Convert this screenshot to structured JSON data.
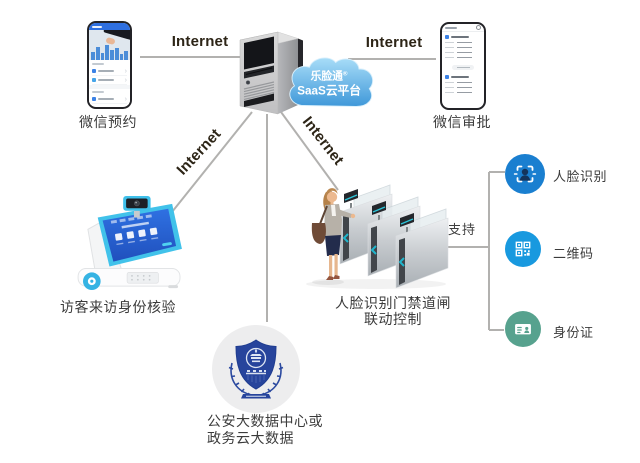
{
  "cloud": {
    "brand": "乐脸通",
    "reg": "®",
    "platform": "SaaS云平台"
  },
  "links": {
    "top_left": "Internet",
    "top_right": "Internet",
    "diag_left": "Internet",
    "diag_right": "Internet"
  },
  "nodes": {
    "wechat_booking": "微信预约",
    "wechat_approval": "微信审批",
    "visitor_kiosk": "访客来访身份核验",
    "turnstile_line1": "人脸识别门禁道闸",
    "turnstile_line2": "联动控制",
    "police_line1": "公安大数据中心或",
    "police_line2": "政务云大数据"
  },
  "support": {
    "label": "支持",
    "items": [
      {
        "icon": "face-recognition-icon",
        "label": "人脸识别",
        "color": "#1a7fd0"
      },
      {
        "icon": "qr-code-icon",
        "label": "二维码",
        "color": "#1899df"
      },
      {
        "icon": "id-card-icon",
        "label": "身份证",
        "color": "#57a28e"
      }
    ]
  },
  "colors": {
    "connector_line": "#b2b1af",
    "internet_text": "#2d2517",
    "label_text": "#3b3b3b",
    "cloud_top": "#a8ddf8",
    "cloud_bottom": "#3f98d9"
  }
}
